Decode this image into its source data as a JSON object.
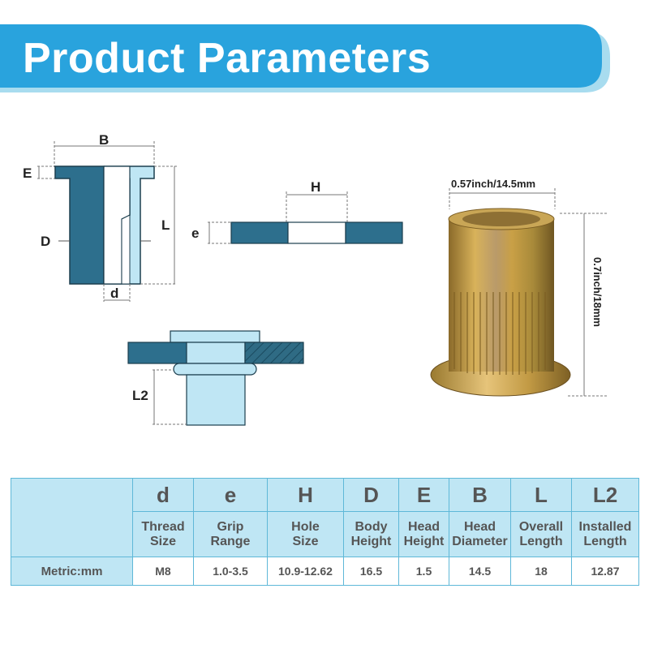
{
  "banner": {
    "title": "Product Parameters"
  },
  "diagram": {
    "label_B": "B",
    "label_E": "E",
    "label_L": "L",
    "label_D": "D",
    "label_d": "d",
    "label_H": "H",
    "label_e": "e",
    "label_L2": "L2"
  },
  "product": {
    "width_label": "0.57inch/14.5mm",
    "height_label": "0.7inch/18mm"
  },
  "table": {
    "row_label": "Metric:mm",
    "columns": [
      {
        "symbol": "d",
        "desc1": "Thread",
        "desc2": "Size",
        "value": "M8"
      },
      {
        "symbol": "e",
        "desc1": "Grip",
        "desc2": "Range",
        "value": "1.0-3.5"
      },
      {
        "symbol": "H",
        "desc1": "Hole",
        "desc2": "Size",
        "value": "10.9-12.62"
      },
      {
        "symbol": "D",
        "desc1": "Body",
        "desc2": "Height",
        "value": "16.5"
      },
      {
        "symbol": "E",
        "desc1": "Head",
        "desc2": "Height",
        "value": "1.5"
      },
      {
        "symbol": "B",
        "desc1": "Head",
        "desc2": "Diameter",
        "value": "14.5"
      },
      {
        "symbol": "L",
        "desc1": "Overall",
        "desc2": "Length",
        "value": "18"
      },
      {
        "symbol": "L2",
        "desc1": "Installed",
        "desc2": "Length",
        "value": "12.87"
      }
    ]
  }
}
